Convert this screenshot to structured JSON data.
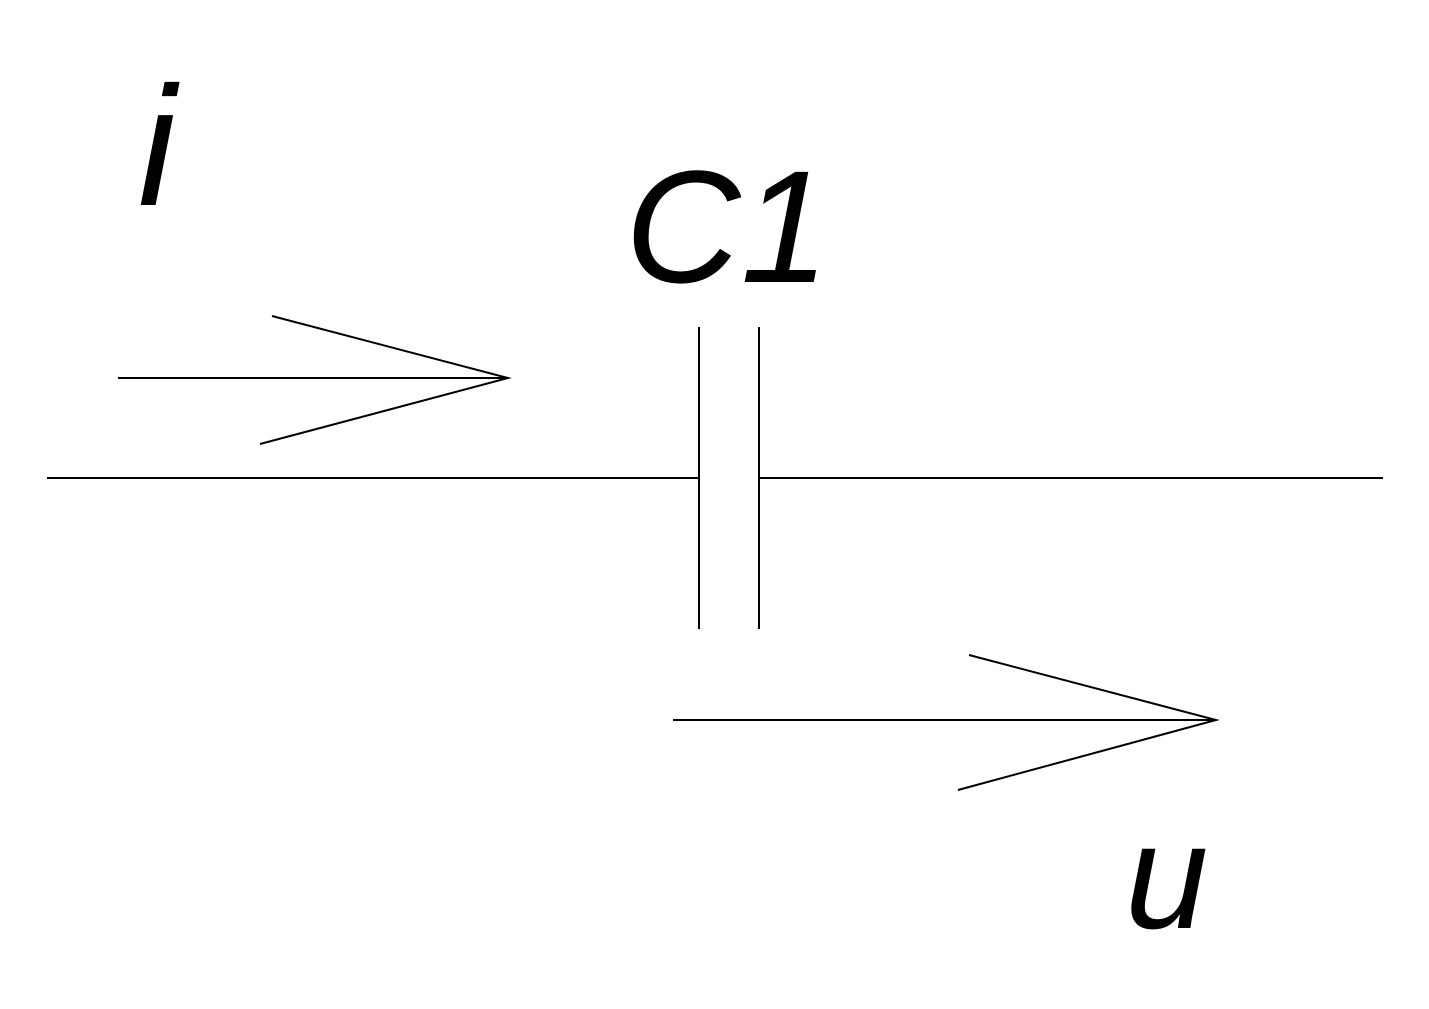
{
  "labels": {
    "current": "i",
    "capacitor": "C1",
    "voltage": "u"
  },
  "colors": {
    "stroke": "#000000",
    "background": "#ffffff"
  }
}
